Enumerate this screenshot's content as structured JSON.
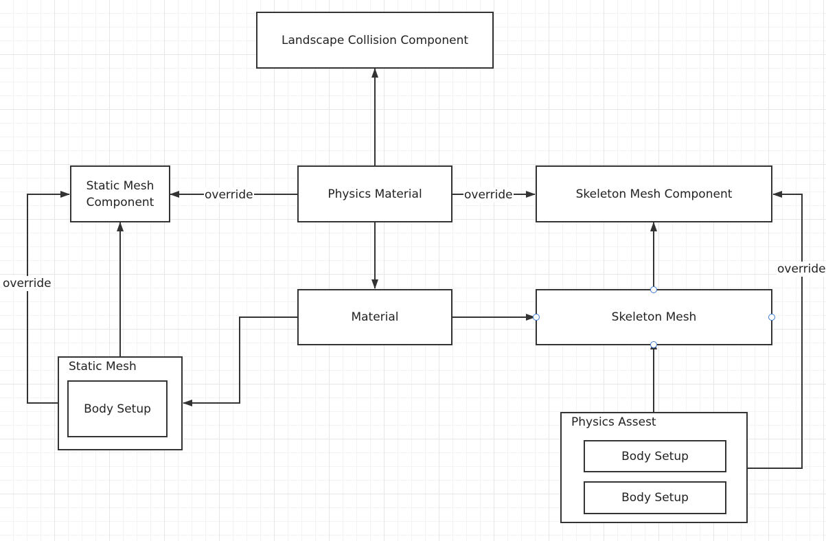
{
  "nodes": {
    "landscape_collision": "Landscape Collision Component",
    "static_mesh_component": "Static Mesh\nComponent",
    "physics_material": "Physics Material",
    "skeleton_mesh_component": "Skeleton Mesh Component",
    "material": "Material",
    "skeleton_mesh": "Skeleton Mesh"
  },
  "containers": {
    "static_mesh": {
      "title": "Static Mesh",
      "children": [
        "Body Setup"
      ]
    },
    "physics_asset": {
      "title": "Physics Assest",
      "children": [
        "Body Setup",
        "Body Setup"
      ]
    }
  },
  "edge_labels": {
    "pm_to_smc": "override",
    "pm_to_skmc": "override",
    "sm_to_smc": "override",
    "pa_to_skmc": "override"
  },
  "colors": {
    "stroke": "#333333",
    "port": "#3a7bd5",
    "grid_major": "#e6e6e6",
    "grid_minor": "#f3f3f3"
  }
}
